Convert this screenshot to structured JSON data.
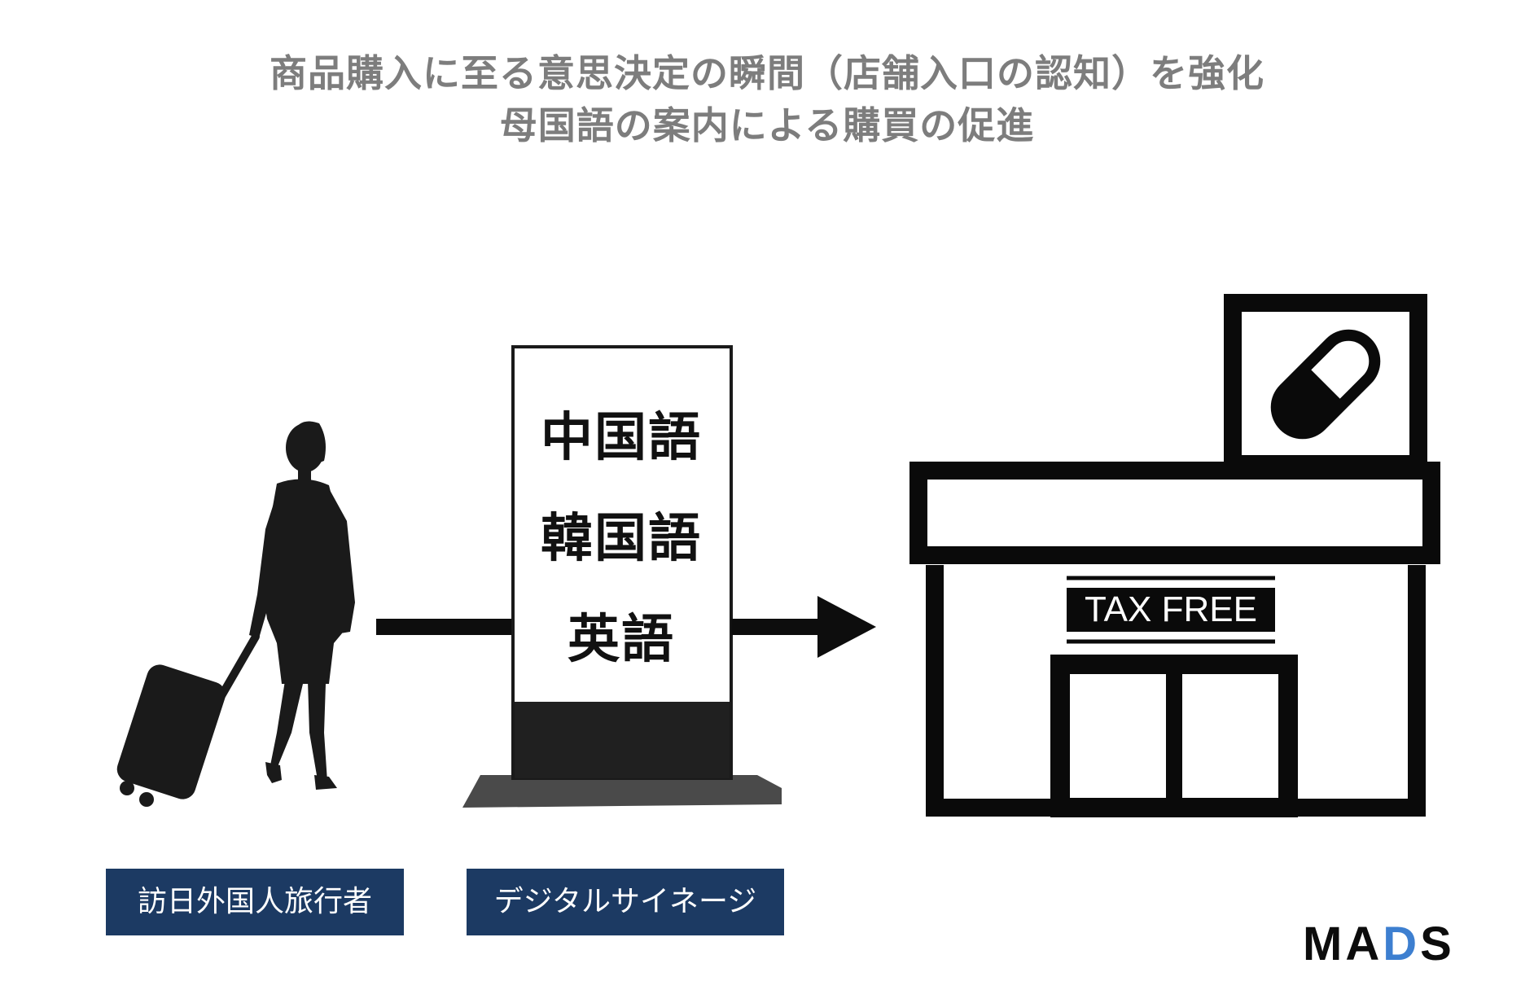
{
  "headline": {
    "line1": "商品購入に至る意思決定の瞬間（店舗入口の認知）を強化",
    "line2": "母国語の案内による購買の促進"
  },
  "signage": {
    "languages": [
      "中国語",
      "韓国語",
      "英語"
    ]
  },
  "store": {
    "sign_text": "TAX FREE",
    "emblem_icon": "pill-capsule-icon"
  },
  "labels": {
    "traveler": "訪日外国人旅行者",
    "signage": "デジタルサイネージ"
  },
  "logo": {
    "prefix": "MA",
    "accent": "D",
    "suffix": "S"
  },
  "colors": {
    "headline": "#7d7d7d",
    "label_bg": "#1c3a63",
    "label_text": "#ffffff",
    "logo_accent": "#3d7fd0"
  }
}
